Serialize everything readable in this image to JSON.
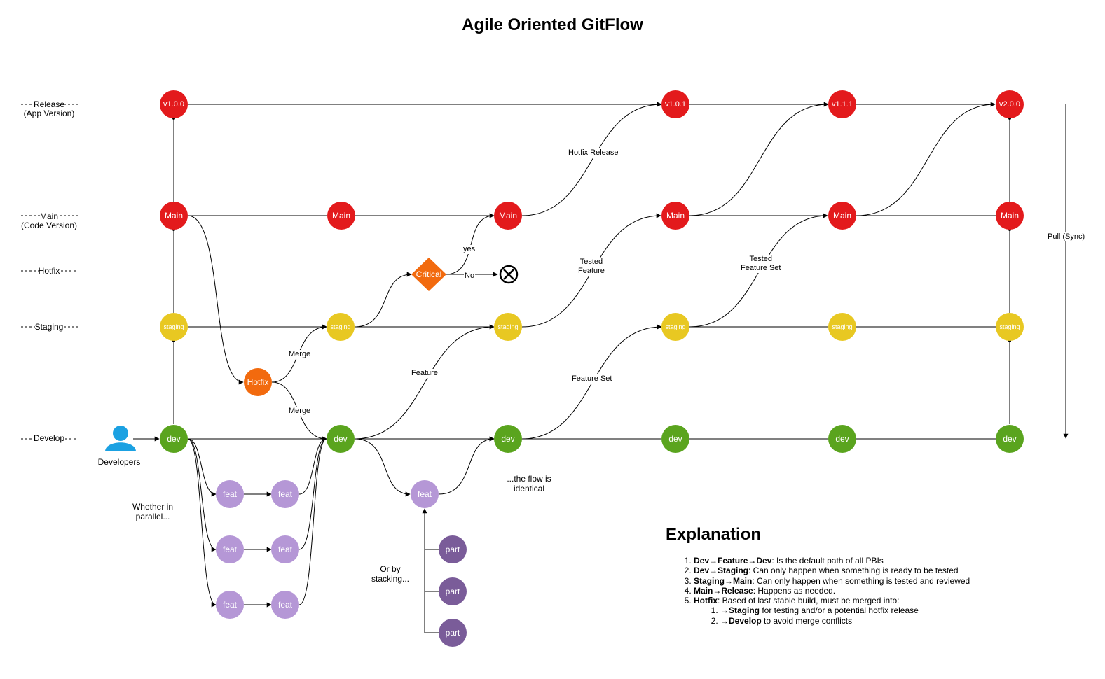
{
  "title": "Agile Oriented GitFlow",
  "colors": {
    "release": "#e31a1c",
    "main": "#e31a1c",
    "staging": "#e8c822",
    "develop": "#5aa41e",
    "hotfix": "#f26a0e",
    "feat": "#b597d6",
    "part": "#7a5c99"
  },
  "lanes": {
    "release": {
      "label": "Release",
      "sub": "(App Version)"
    },
    "main": {
      "label": "Main",
      "sub": "(Code Version)"
    },
    "hotfix": {
      "label": "Hotfix",
      "sub": ""
    },
    "staging": {
      "label": "Staging",
      "sub": ""
    },
    "develop": {
      "label": "Develop",
      "sub": ""
    }
  },
  "nodes": {
    "release": [
      "v1.0.0",
      "v1.0.1",
      "v1.1.1",
      "v2.0.0"
    ],
    "main": "Main",
    "staging": "staging",
    "dev": "dev",
    "hotfix": "Hotfix",
    "feat": "feat",
    "part": "part",
    "critical": "Critical"
  },
  "edge_labels": {
    "hotfix_release": "Hotfix Release",
    "yes": "yes",
    "no": "No",
    "tested_feature": [
      "Tested",
      "Feature"
    ],
    "tested_feature_set": [
      "Tested",
      "Feature Set"
    ],
    "merge_top": "Merge",
    "merge_bottom": "Merge",
    "feature": "Feature",
    "feature_set": "Feature Set",
    "pull_sync": "Pull (Sync)"
  },
  "notes": {
    "developers": "Developers",
    "parallel": [
      "Whether in",
      "parallel..."
    ],
    "stacking": [
      "Or by",
      "stacking..."
    ],
    "identical": [
      "...the flow is",
      "identical"
    ]
  },
  "explanation": {
    "heading": "Explanation",
    "items": [
      {
        "bold": "Dev→Feature→Dev",
        "text": ": Is the default path of all PBIs"
      },
      {
        "bold": "Dev→Staging",
        "text": ": Can only happen when something is ready to be tested"
      },
      {
        "bold": "Staging→Main",
        "text": ": Can only happen when something is tested and reviewed"
      },
      {
        "bold": "Main→Release",
        "text": ": Happens as needed."
      },
      {
        "bold": "Hotfix",
        "text": ": Based of last stable build, must be merged into:"
      }
    ],
    "subitems": [
      {
        "prefix": "→",
        "bold": "Staging",
        "text": " for testing and/or a potential hotfix release"
      },
      {
        "prefix": "→",
        "bold": "Develop",
        "text": " to avoid merge conflicts"
      }
    ]
  }
}
